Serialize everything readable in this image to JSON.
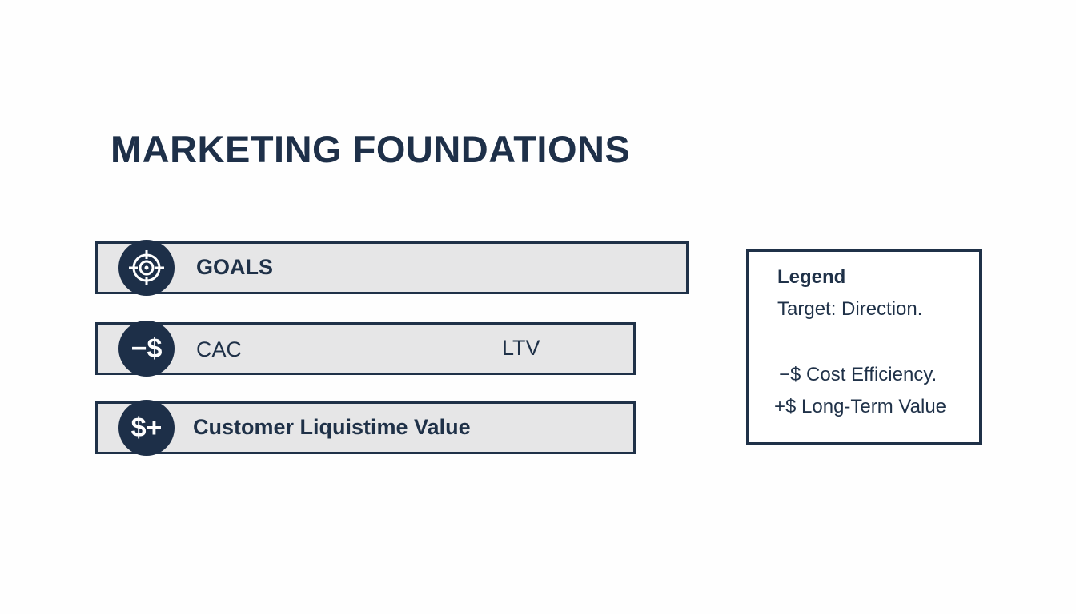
{
  "title": "MARKETING FOUNDATIONS",
  "rows": [
    {
      "icon": "target-icon",
      "badge_text": "",
      "label": "GOALS"
    },
    {
      "icon": "minus-dollar-icon",
      "badge_text": "−$",
      "label": "CAC",
      "right_label": "LTV"
    },
    {
      "icon": "dollar-plus-icon",
      "badge_text": "$+",
      "label": "Customer Liquistime Value"
    }
  ],
  "legend": {
    "title": "Legend",
    "items": [
      "Target: Direction.",
      "−$ Cost Efficiency.",
      "+$ Long-Term Value"
    ]
  },
  "colors": {
    "navy": "#1d2f48",
    "bar_fill": "#e6e6e7",
    "background": "#ffffff"
  }
}
